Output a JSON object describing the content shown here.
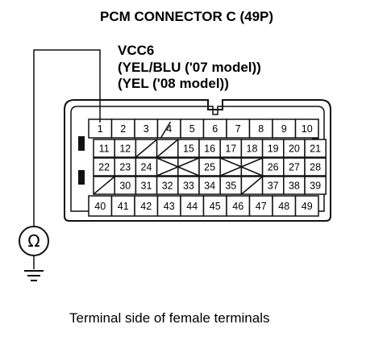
{
  "title": "PCM CONNECTOR C (49P)",
  "signal": {
    "name": "VCC6",
    "line1": "(YEL/BLU ('07 model))",
    "line2": "(YEL ('08 model))"
  },
  "meter_symbol": "Ω",
  "caption": "Terminal side of female terminals",
  "connector": {
    "rows": [
      [
        "1",
        "2",
        "3",
        "4",
        "5",
        "6",
        "7",
        "8",
        "9",
        "10"
      ],
      [
        "11",
        "12",
        "",
        "",
        "15",
        "16",
        "17",
        "18",
        "19",
        "20",
        "21"
      ],
      [
        "22",
        "23",
        "24",
        "",
        "",
        "25",
        "",
        "",
        "26",
        "27",
        "28"
      ],
      [
        "",
        "30",
        "31",
        "32",
        "33",
        "34",
        "35",
        "",
        "37",
        "38",
        "39"
      ],
      [
        "40",
        "41",
        "42",
        "43",
        "44",
        "45",
        "46",
        "47",
        "48",
        "49"
      ]
    ],
    "probed_pin": "1"
  }
}
